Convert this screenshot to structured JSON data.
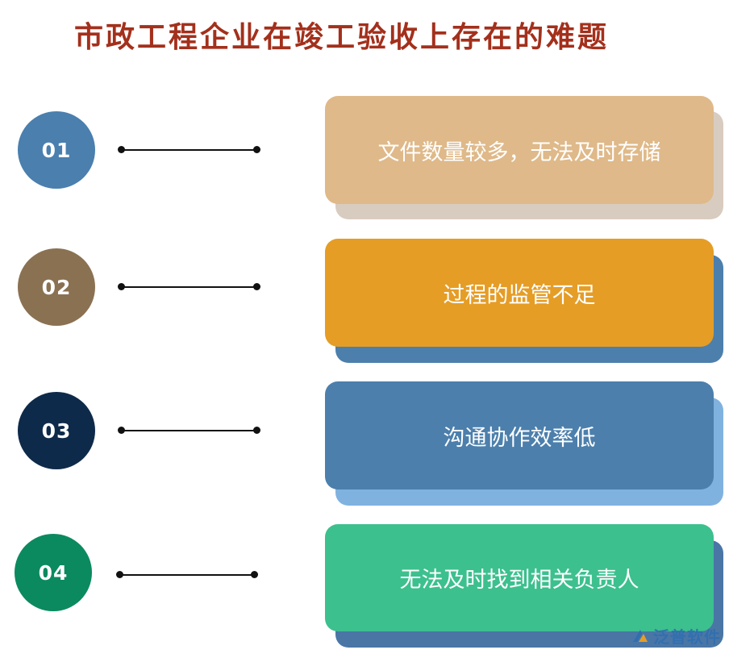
{
  "title": "市政工程企业在竣工验收上存在的难题",
  "colors": {
    "title": "#a3301c",
    "connector": "#111111"
  },
  "items": [
    {
      "number": "01",
      "text": "文件数量较多，无法及时存储",
      "circle_color": "#4a7fae",
      "card_color": "#dfb989",
      "shadow_color": "#d8ccc0"
    },
    {
      "number": "02",
      "text": "过程的监管不足",
      "circle_color": "#8a7152",
      "card_color": "#e59d26",
      "shadow_color": "#4c7fac"
    },
    {
      "number": "03",
      "text": "沟通协作效率低",
      "circle_color": "#0e2a4a",
      "card_color": "#4c7fac",
      "shadow_color": "#80b2e0"
    },
    {
      "number": "04",
      "text": "无法及时找到相关负责人",
      "circle_color": "#0b8a5f",
      "card_color": "#3cc08e",
      "shadow_color": "#4a76a6"
    }
  ],
  "watermark": {
    "brand": "泛普软件",
    "icon": "fanpu-logo-icon"
  }
}
